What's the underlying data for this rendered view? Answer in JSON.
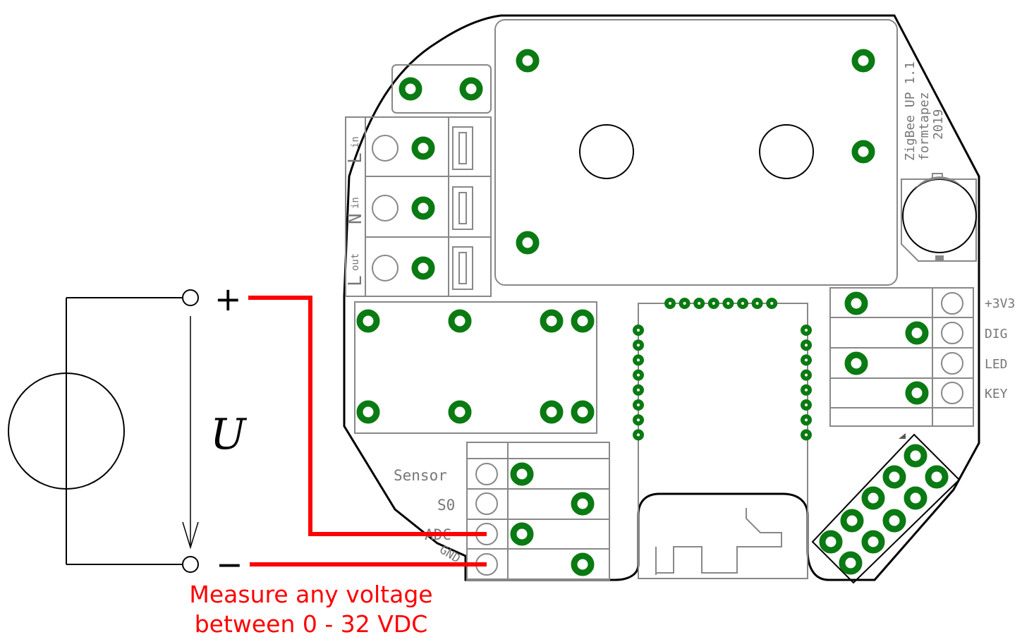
{
  "board": {
    "title_line1": "ZigBee UP 1.1",
    "title_line2": "formtapez",
    "title_line3": "2019"
  },
  "terminals": {
    "l_in": {
      "main": "L",
      "sub": "in"
    },
    "n_in": {
      "main": "N",
      "sub": "in"
    },
    "l_out": {
      "main": "L",
      "sub": "out"
    }
  },
  "right_header": [
    "+3V3",
    "DIG",
    "LED",
    "KEY"
  ],
  "bottom_header": [
    "Sensor",
    "S0",
    "ADC",
    "GND"
  ],
  "circuit": {
    "plus": "+",
    "minus": "−",
    "voltage_symbol": "U"
  },
  "caption": {
    "line1": "Measure any voltage",
    "line2": "between 0 - 32 VDC"
  },
  "colors": {
    "pad_green": "#0a7a12",
    "wire_red": "#ff0000",
    "caption_red": "#ff0000",
    "outline": "#000000",
    "silkscreen": "#888888"
  }
}
